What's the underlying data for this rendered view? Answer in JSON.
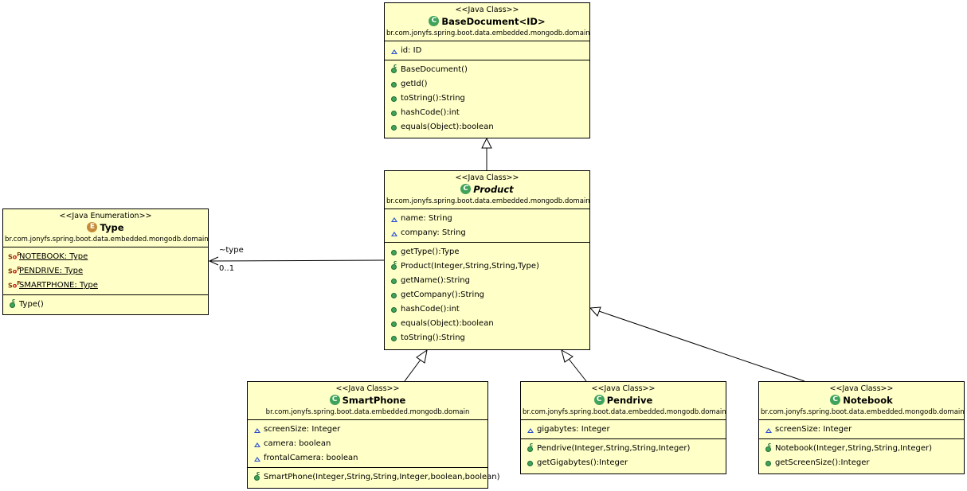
{
  "classes": {
    "base": {
      "stereotype": "<<Java Class>>",
      "name": "BaseDocument<ID>",
      "package": "br.com.jonyfs.spring.boot.data.embedded.mongodb.domain",
      "fields": [
        {
          "text": "id: ID",
          "icon": "package-field-icon"
        }
      ],
      "methods": [
        {
          "text": "BaseDocument()",
          "icon": "constructor-icon"
        },
        {
          "text": "getId()",
          "icon": "public-method-icon"
        },
        {
          "text": "toString():String",
          "icon": "public-method-icon"
        },
        {
          "text": "hashCode():int",
          "icon": "public-method-icon"
        },
        {
          "text": "equals(Object):boolean",
          "icon": "public-method-icon"
        }
      ]
    },
    "product": {
      "stereotype": "<<Java Class>>",
      "name": "Product",
      "package": "br.com.jonyfs.spring.boot.data.embedded.mongodb.domain",
      "fields": [
        {
          "text": "name: String",
          "icon": "package-field-icon"
        },
        {
          "text": "company: String",
          "icon": "package-field-icon"
        }
      ],
      "methods": [
        {
          "text": "getType():Type",
          "icon": "public-method-icon"
        },
        {
          "text": "Product(Integer,String,String,Type)",
          "icon": "constructor-icon"
        },
        {
          "text": "getName():String",
          "icon": "public-method-icon"
        },
        {
          "text": "getCompany():String",
          "icon": "public-method-icon"
        },
        {
          "text": "hashCode():int",
          "icon": "public-method-icon"
        },
        {
          "text": "equals(Object):boolean",
          "icon": "public-method-icon"
        },
        {
          "text": "toString():String",
          "icon": "public-method-icon"
        }
      ]
    },
    "type": {
      "stereotype": "<<Java Enumeration>>",
      "name": "Type",
      "package": "br.com.jonyfs.spring.boot.data.embedded.mongodb.domain",
      "fields": [
        {
          "text": "NOTEBOOK: Type",
          "icon": "static-final-field-icon"
        },
        {
          "text": "PENDRIVE: Type",
          "icon": "static-final-field-icon"
        },
        {
          "text": "SMARTPHONE: Type",
          "icon": "static-final-field-icon"
        }
      ],
      "methods": [
        {
          "text": "Type()",
          "icon": "constructor-icon"
        }
      ]
    },
    "smartphone": {
      "stereotype": "<<Java Class>>",
      "name": "SmartPhone",
      "package": "br.com.jonyfs.spring.boot.data.embedded.mongodb.domain",
      "fields": [
        {
          "text": "screenSize: Integer",
          "icon": "package-field-icon"
        },
        {
          "text": "camera: boolean",
          "icon": "package-field-icon"
        },
        {
          "text": "frontalCamera: boolean",
          "icon": "package-field-icon"
        }
      ],
      "methods": [
        {
          "text": "SmartPhone(Integer,String,String,Integer,boolean,boolean)",
          "icon": "constructor-icon"
        }
      ]
    },
    "pendrive": {
      "stereotype": "<<Java Class>>",
      "name": "Pendrive",
      "package": "br.com.jonyfs.spring.boot.data.embedded.mongodb.domain",
      "fields": [
        {
          "text": "gigabytes: Integer",
          "icon": "package-field-icon"
        }
      ],
      "methods": [
        {
          "text": "Pendrive(Integer,String,String,Integer)",
          "icon": "constructor-icon"
        },
        {
          "text": "getGigabytes():Integer",
          "icon": "public-method-icon"
        }
      ]
    },
    "notebook": {
      "stereotype": "<<Java Class>>",
      "name": "Notebook",
      "package": "br.com.jonyfs.spring.boot.data.embedded.mongodb.domain",
      "fields": [
        {
          "text": "screenSize: Integer",
          "icon": "package-field-icon"
        }
      ],
      "methods": [
        {
          "text": "Notebook(Integer,String,String,Integer)",
          "icon": "constructor-icon"
        },
        {
          "text": "getScreenSize():Integer",
          "icon": "public-method-icon"
        }
      ]
    }
  },
  "association": {
    "role": "~type",
    "multiplicity": "0..1"
  },
  "colors": {
    "class_fill": "#ffffc8",
    "method_icon": "#3fa35a",
    "field_icon": "#2a4fd1",
    "enum_icon": "#c58b3a"
  }
}
